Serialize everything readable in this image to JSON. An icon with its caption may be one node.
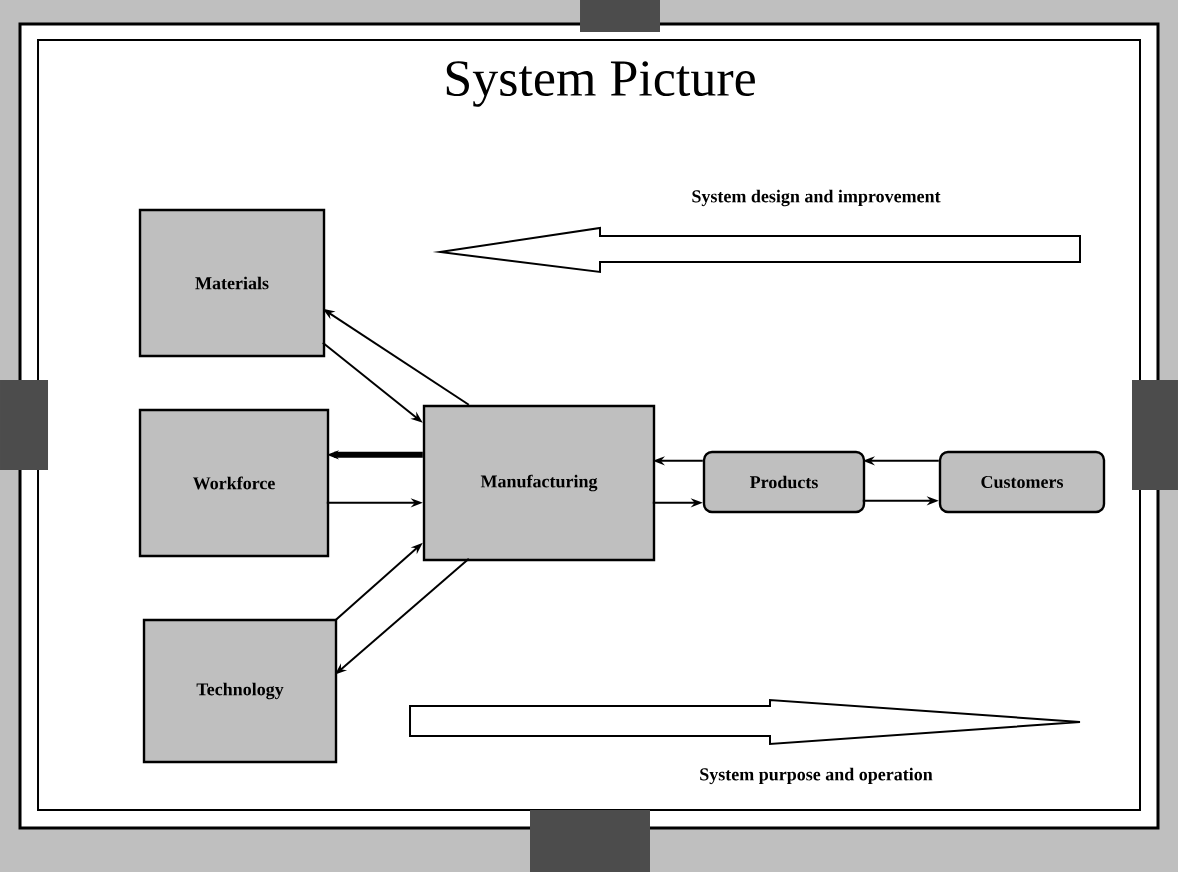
{
  "diagram": {
    "title": "System Picture",
    "nodes": [
      {
        "text": [
          "Materials"
        ]
      },
      {
        "text": [
          "Workforce"
        ]
      },
      {
        "text": [
          "Technology"
        ]
      },
      {
        "text": [
          "Manufacturing"
        ]
      },
      {
        "text": [
          "Products"
        ]
      },
      {
        "text": [
          "Customers"
        ]
      }
    ],
    "edges": [
      {
        "from": 3,
        "to": 0,
        "arrow": "to"
      },
      {
        "from": 0,
        "to": 3,
        "arrow": "to"
      },
      {
        "from": 3,
        "to": 1,
        "arrow": "to",
        "style": "thick"
      },
      {
        "from": 1,
        "to": 3,
        "arrow": "to"
      },
      {
        "from": 2,
        "to": 3,
        "arrow": "to"
      },
      {
        "from": 3,
        "to": 2,
        "arrow": "to"
      },
      {
        "from": 4,
        "to": 3,
        "arrow": "to"
      },
      {
        "from": 3,
        "to": 4,
        "arrow": "to"
      },
      {
        "from": 5,
        "to": 4,
        "arrow": "to"
      },
      {
        "from": 4,
        "to": 5,
        "arrow": "to"
      }
    ],
    "labels": [
      "System design and improvement",
      "System purpose and operation"
    ]
  }
}
